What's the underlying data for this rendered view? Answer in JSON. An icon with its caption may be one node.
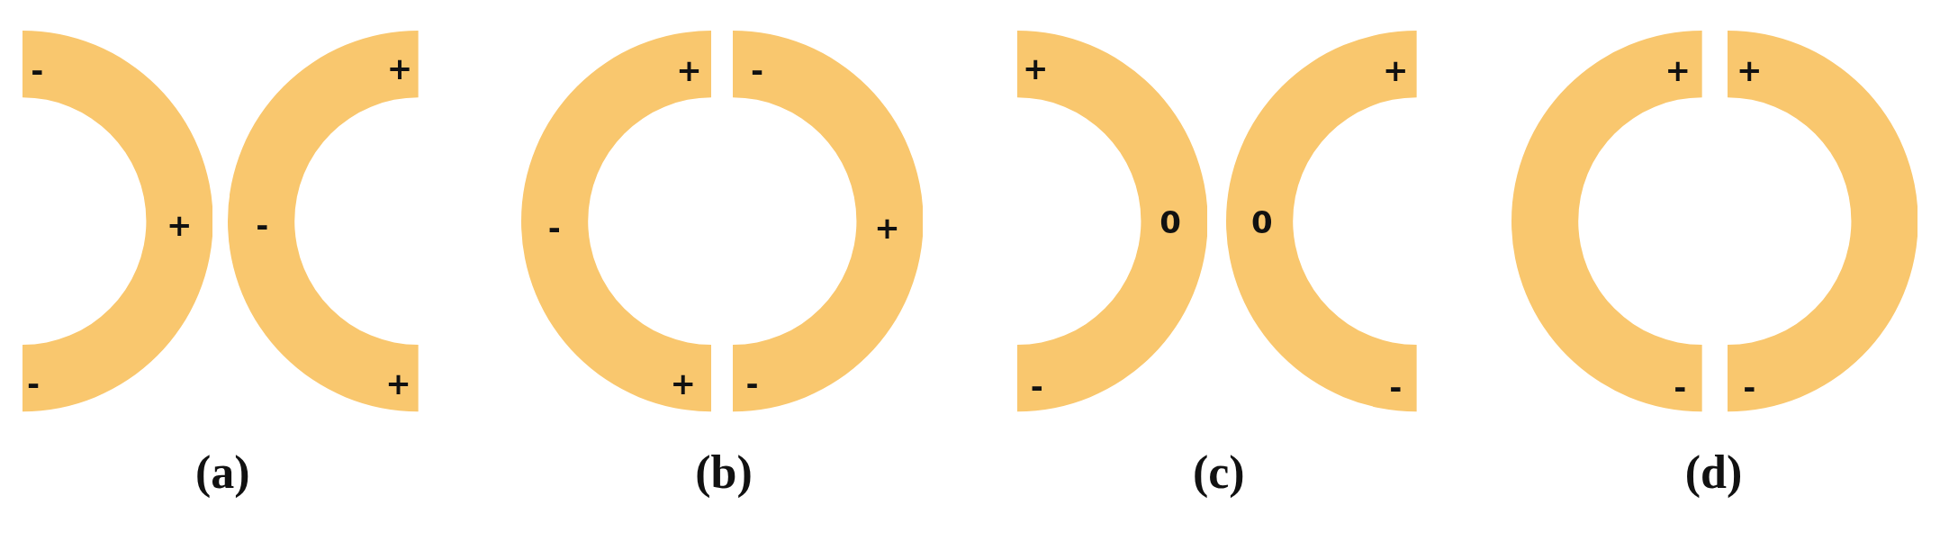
{
  "diagram": {
    "nodes": [
      {
        "text": [
          "-",
          "+",
          "-"
        ]
      },
      {
        "text": [
          "+",
          "-",
          "+"
        ]
      },
      {
        "text": [
          "+",
          "-",
          "+"
        ]
      },
      {
        "text": [
          "-",
          "+",
          "-"
        ]
      },
      {
        "text": [
          "+",
          "0",
          "-"
        ]
      },
      {
        "text": [
          "+",
          "0",
          "-"
        ]
      },
      {
        "text": [
          "+",
          "-"
        ]
      },
      {
        "text": [
          "+",
          "-"
        ]
      }
    ],
    "labels": [
      "(a)",
      "(b)",
      "(c)",
      "(d)"
    ]
  }
}
